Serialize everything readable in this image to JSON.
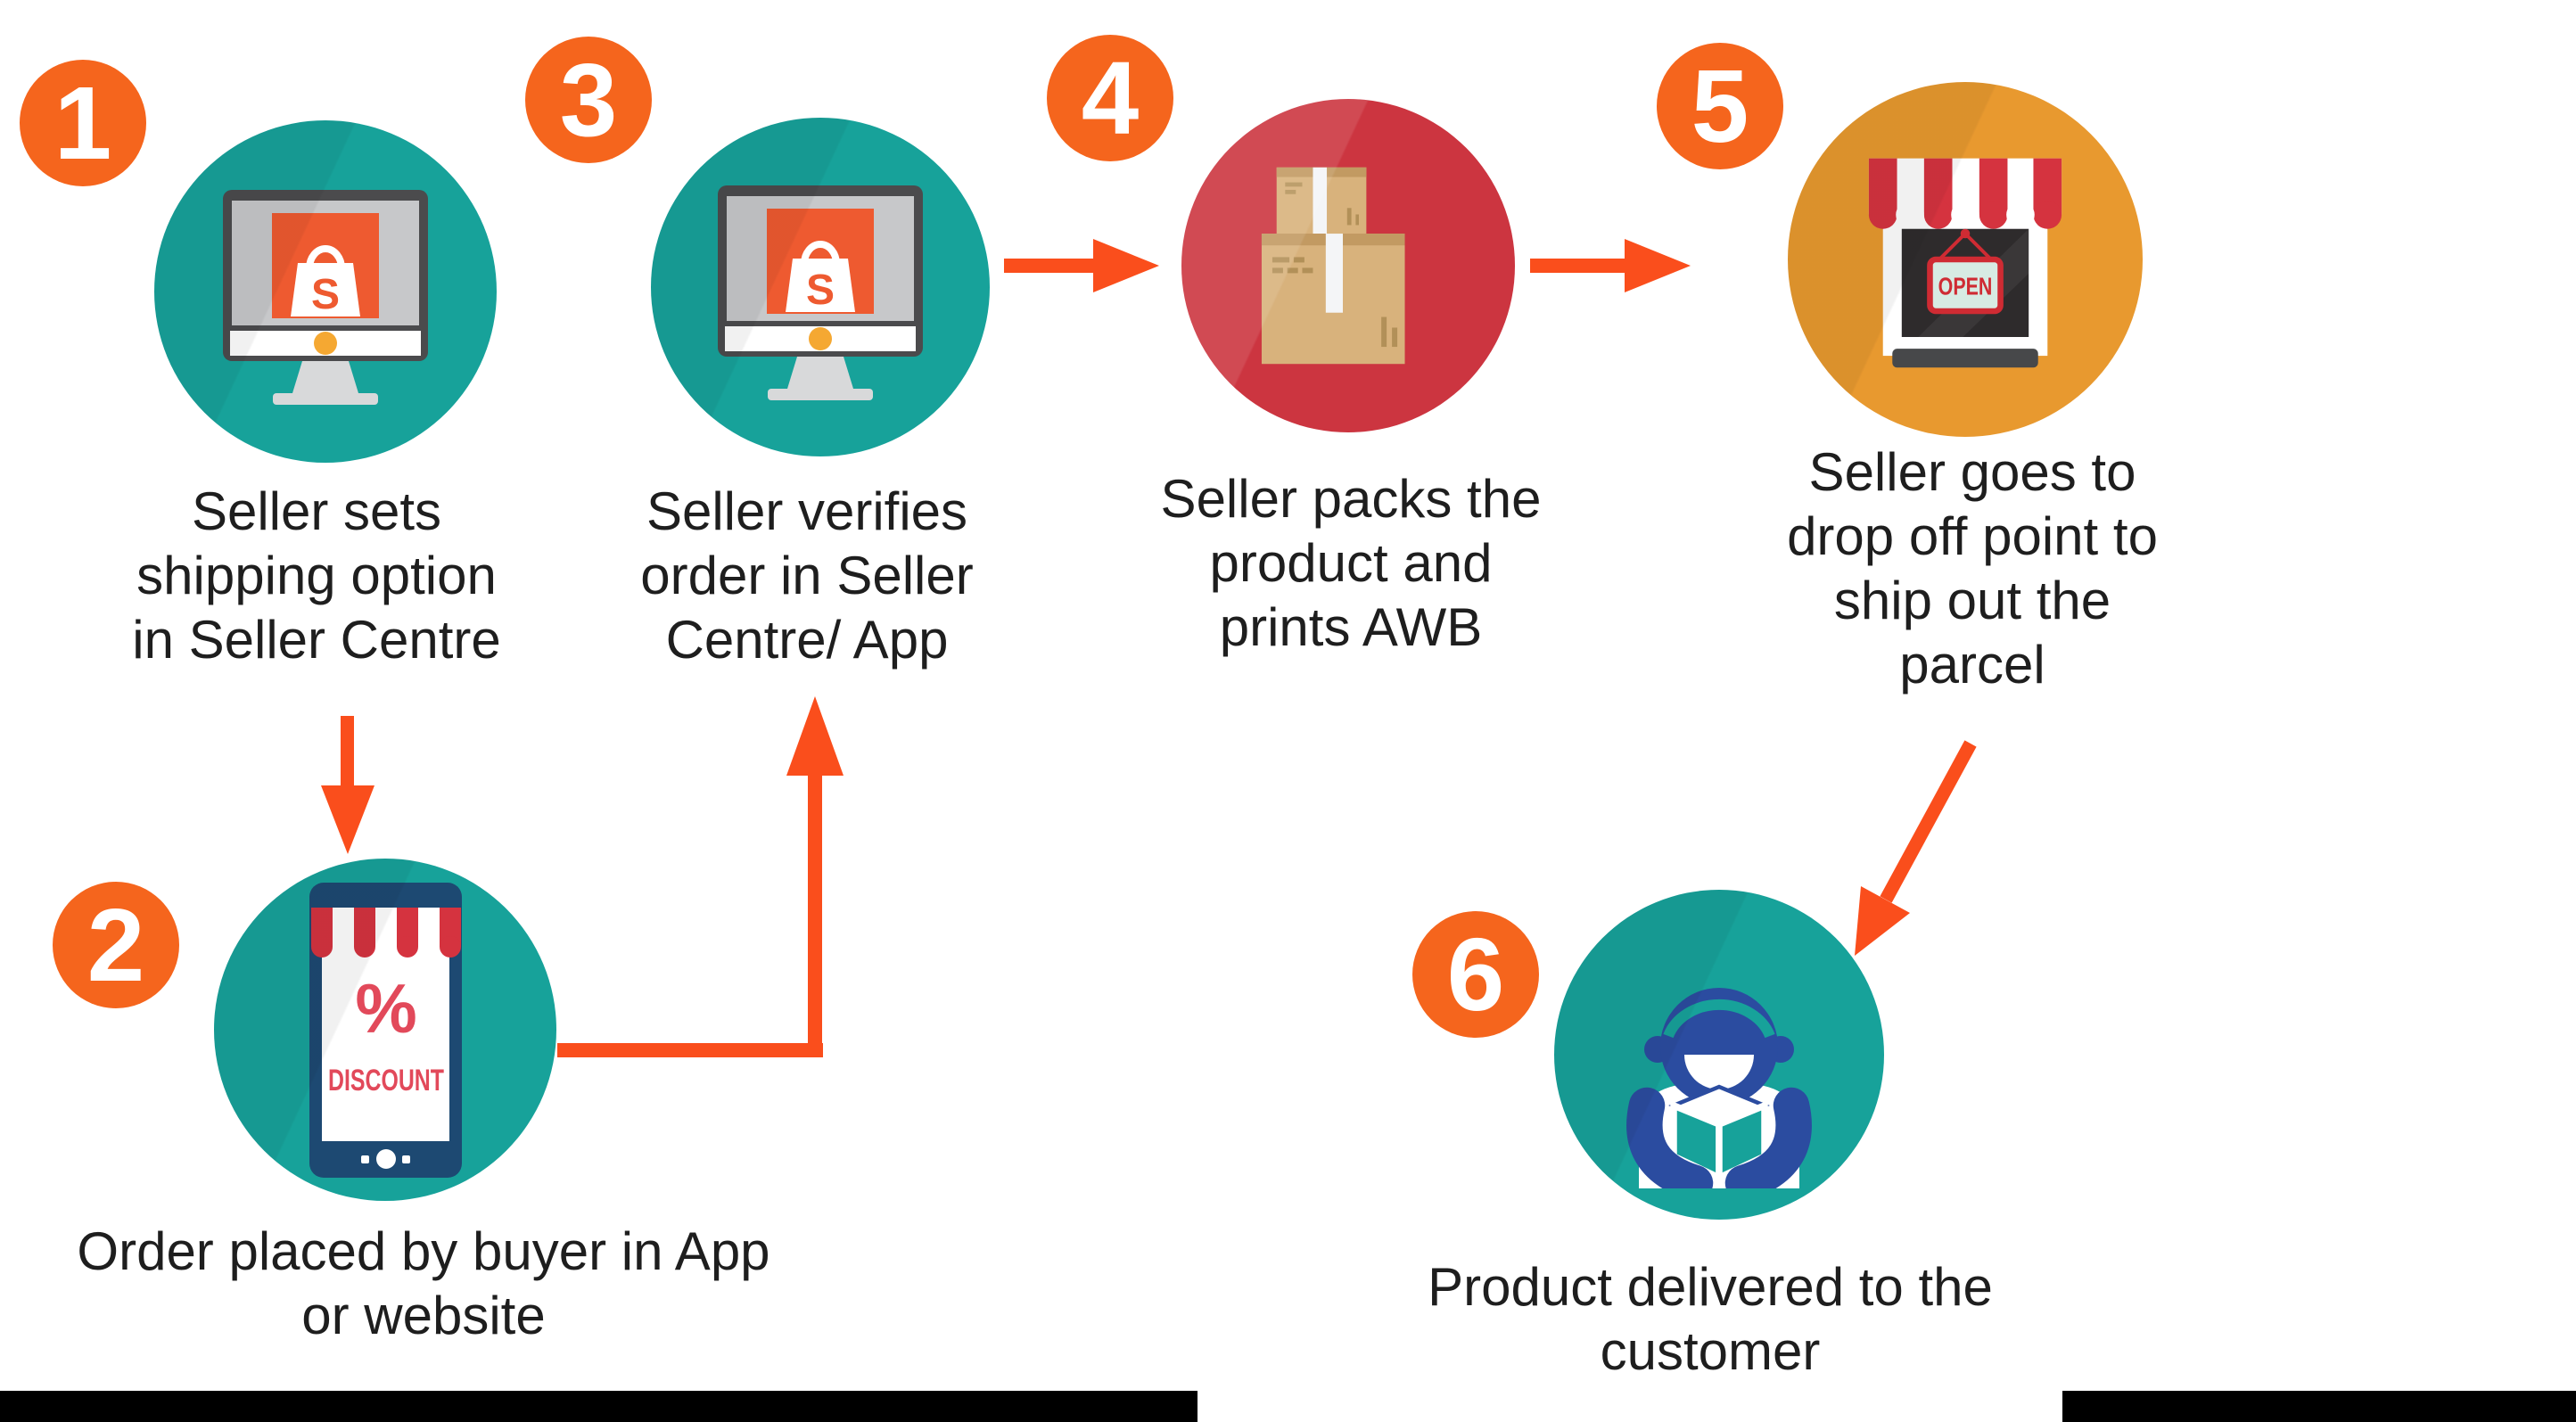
{
  "title": "Seller shipping process flowchart",
  "colors": {
    "bg": "#ffffff",
    "teal": "#17A29A",
    "badge": "#F5651D",
    "arrow": "#FA4E1C",
    "red-circle": "#CC3540",
    "orange-circle": "#E8992F",
    "navy": "#1D4972",
    "person-blue": "#2B4CA0",
    "box-tan": "#D8B27C",
    "box-tan-dark": "#C29A62",
    "shopee": "#EE5A30",
    "awning-red": "#D5333F",
    "sign-red": "#CF2B33",
    "promo-red": "#E2495A",
    "sign-face": "#D7EBE3",
    "monitor-frame": "#4B4B4D",
    "screen-gray": "#C7C8CA",
    "stand-gray": "#D8D9DA",
    "amber": "#F5A832",
    "window-dark": "#2E2B2C",
    "base-gray": "#47484A",
    "text": "#1E1E1E",
    "letterbox": "#000000"
  },
  "steps": [
    {
      "number": "1",
      "icon": "monitor-shopee",
      "label": "Seller sets\nshipping option\nin Seller Centre"
    },
    {
      "number": "2",
      "icon": "phone-discount",
      "label": "Order placed by buyer  in App\nor website"
    },
    {
      "number": "3",
      "icon": "monitor-shopee",
      "label": "Seller verifies\norder in Seller\nCentre/ App"
    },
    {
      "number": "4",
      "icon": "parcel-boxes",
      "label": "Seller packs the\nproduct and\nprints AWB"
    },
    {
      "number": "5",
      "icon": "storefront-open",
      "label": "Seller goes to\ndrop off point to\nship out the\nparcel"
    },
    {
      "number": "6",
      "icon": "delivery-person",
      "label": "Product delivered to the\ncustomer"
    }
  ],
  "icon_texts": {
    "bag_letter": "S",
    "discount_percent": "%",
    "discount_label": "DISCOUNT",
    "open_sign": "OPEN"
  }
}
